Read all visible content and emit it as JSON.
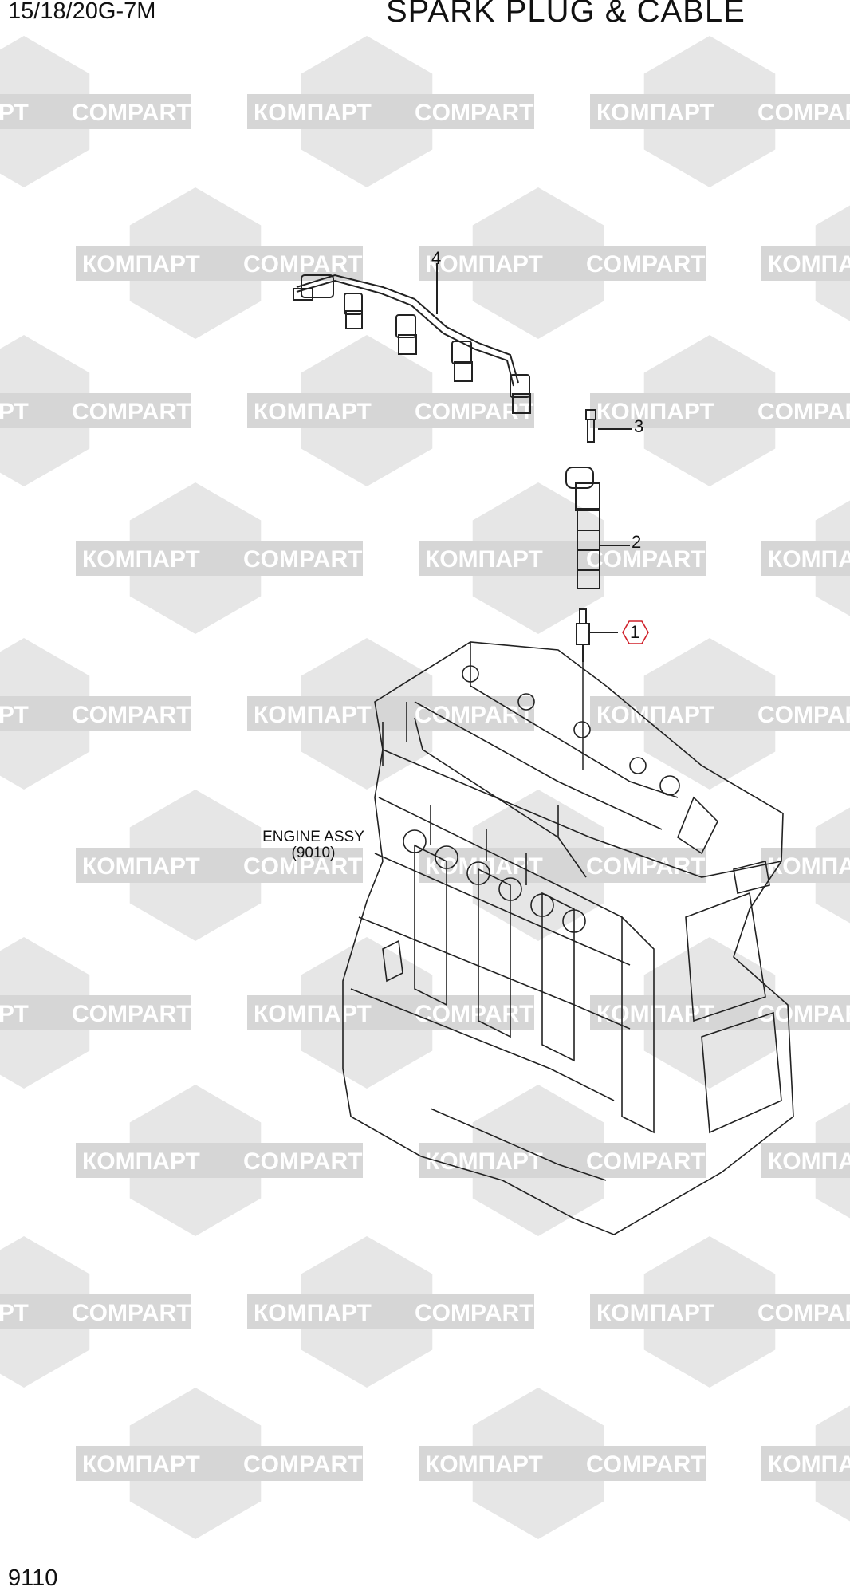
{
  "header": {
    "model_code": "15/18/20G-7M",
    "title": "SPARK PLUG & CABLE"
  },
  "footer": {
    "page_number": "9110"
  },
  "callouts": {
    "c1": "1",
    "c2": "2",
    "c3": "3",
    "c4": "4"
  },
  "engine_label": {
    "line1": "ENGINE ASSY",
    "line2": "(9010)"
  },
  "watermark": {
    "text_cyrillic": "КОМПАРТ",
    "text_latin": "COMPART"
  },
  "colors": {
    "highlight": "#d0202a",
    "watermark": "#d9d9d9"
  }
}
